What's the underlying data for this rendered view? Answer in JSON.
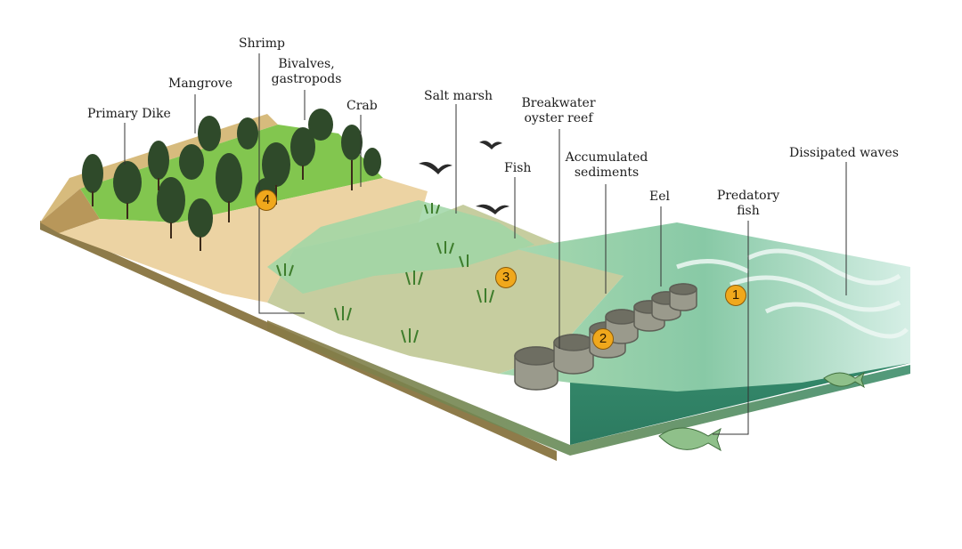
{
  "labels": {
    "primary_dike": "Primary Dike",
    "mangrove": "Mangrove",
    "shrimp": "Shrimp",
    "bivalves": "Bivalves,\ngastropods",
    "crab": "Crab",
    "salt_marsh": "Salt marsh",
    "breakwater": "Breakwater\noyster reef",
    "fish": "Fish",
    "accumulated": "Accumulated\nsediments",
    "eel": "Eel",
    "predatory": "Predatory\nfish",
    "dissipated": "Dissipated waves"
  },
  "badges": {
    "b1": "1",
    "b2": "2",
    "b3": "3",
    "b4": "4"
  },
  "colors": {
    "dike": "#c9a96a",
    "mangrove_floor": "#e8cfa0",
    "grass": "#7cc44a",
    "marsh": "#b7c79a",
    "sea_top": "#7fc9a8",
    "sea_side": "#2f8a6a",
    "badge": "#f0a81c"
  }
}
